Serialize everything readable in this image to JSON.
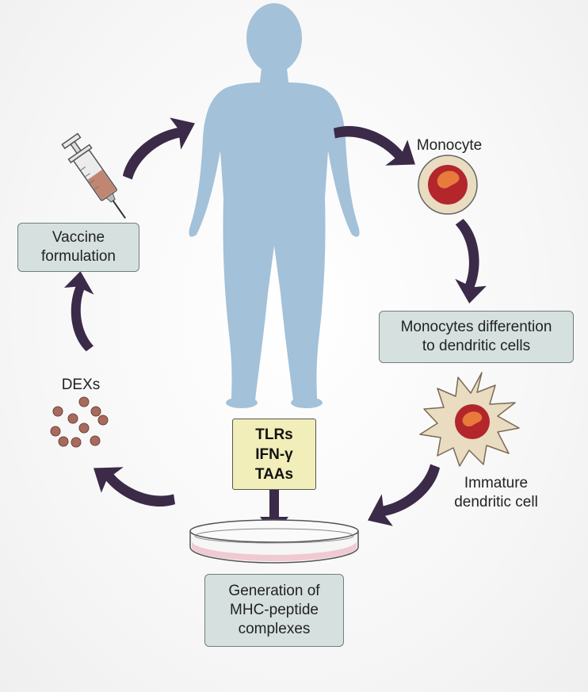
{
  "labels": {
    "monocyte": "Monocyte",
    "immature_dc": [
      "Immature",
      "dendritic cell"
    ],
    "dexs": "DEXs"
  },
  "boxes": {
    "vaccine": [
      "Vaccine",
      "formulation"
    ],
    "differentiation": [
      "Monocytes differention",
      "to dendritic cells"
    ],
    "generation": [
      "Generation of",
      "MHC-peptide",
      "complexes"
    ],
    "factors": [
      "TLRs",
      "IFN-γ",
      "TAAs"
    ]
  },
  "colors": {
    "body": "#a3c1d9",
    "arrow": "#3b2a48",
    "monocyte_outer": "#e9dcc0",
    "monocyte_inner": "#b3262c",
    "nucleus": "#e87a3b",
    "dish_media": "#f0c9d3",
    "exosome": "#a86a5d",
    "factor_box": "#f2eeb9",
    "process_box": "#d6e1df"
  }
}
